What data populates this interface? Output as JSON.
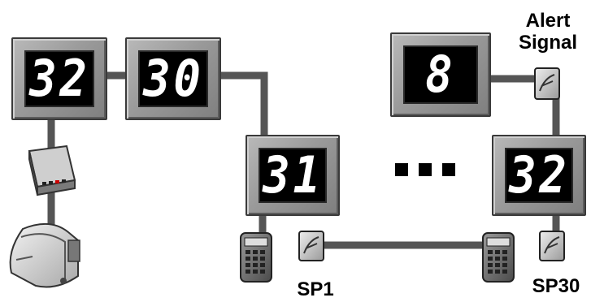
{
  "displays": {
    "d1": "32",
    "d2": "30",
    "d3": "31",
    "d4": "32",
    "d5": "8"
  },
  "labels": {
    "alert_line1": "Alert",
    "alert_line2": "Signal",
    "sp1": "SP1",
    "sp30": "SP30"
  },
  "colors": {
    "cable": "#555555",
    "display_frame": "#9a9a9a",
    "display_screen": "#000000",
    "digit": "#ffffff"
  }
}
